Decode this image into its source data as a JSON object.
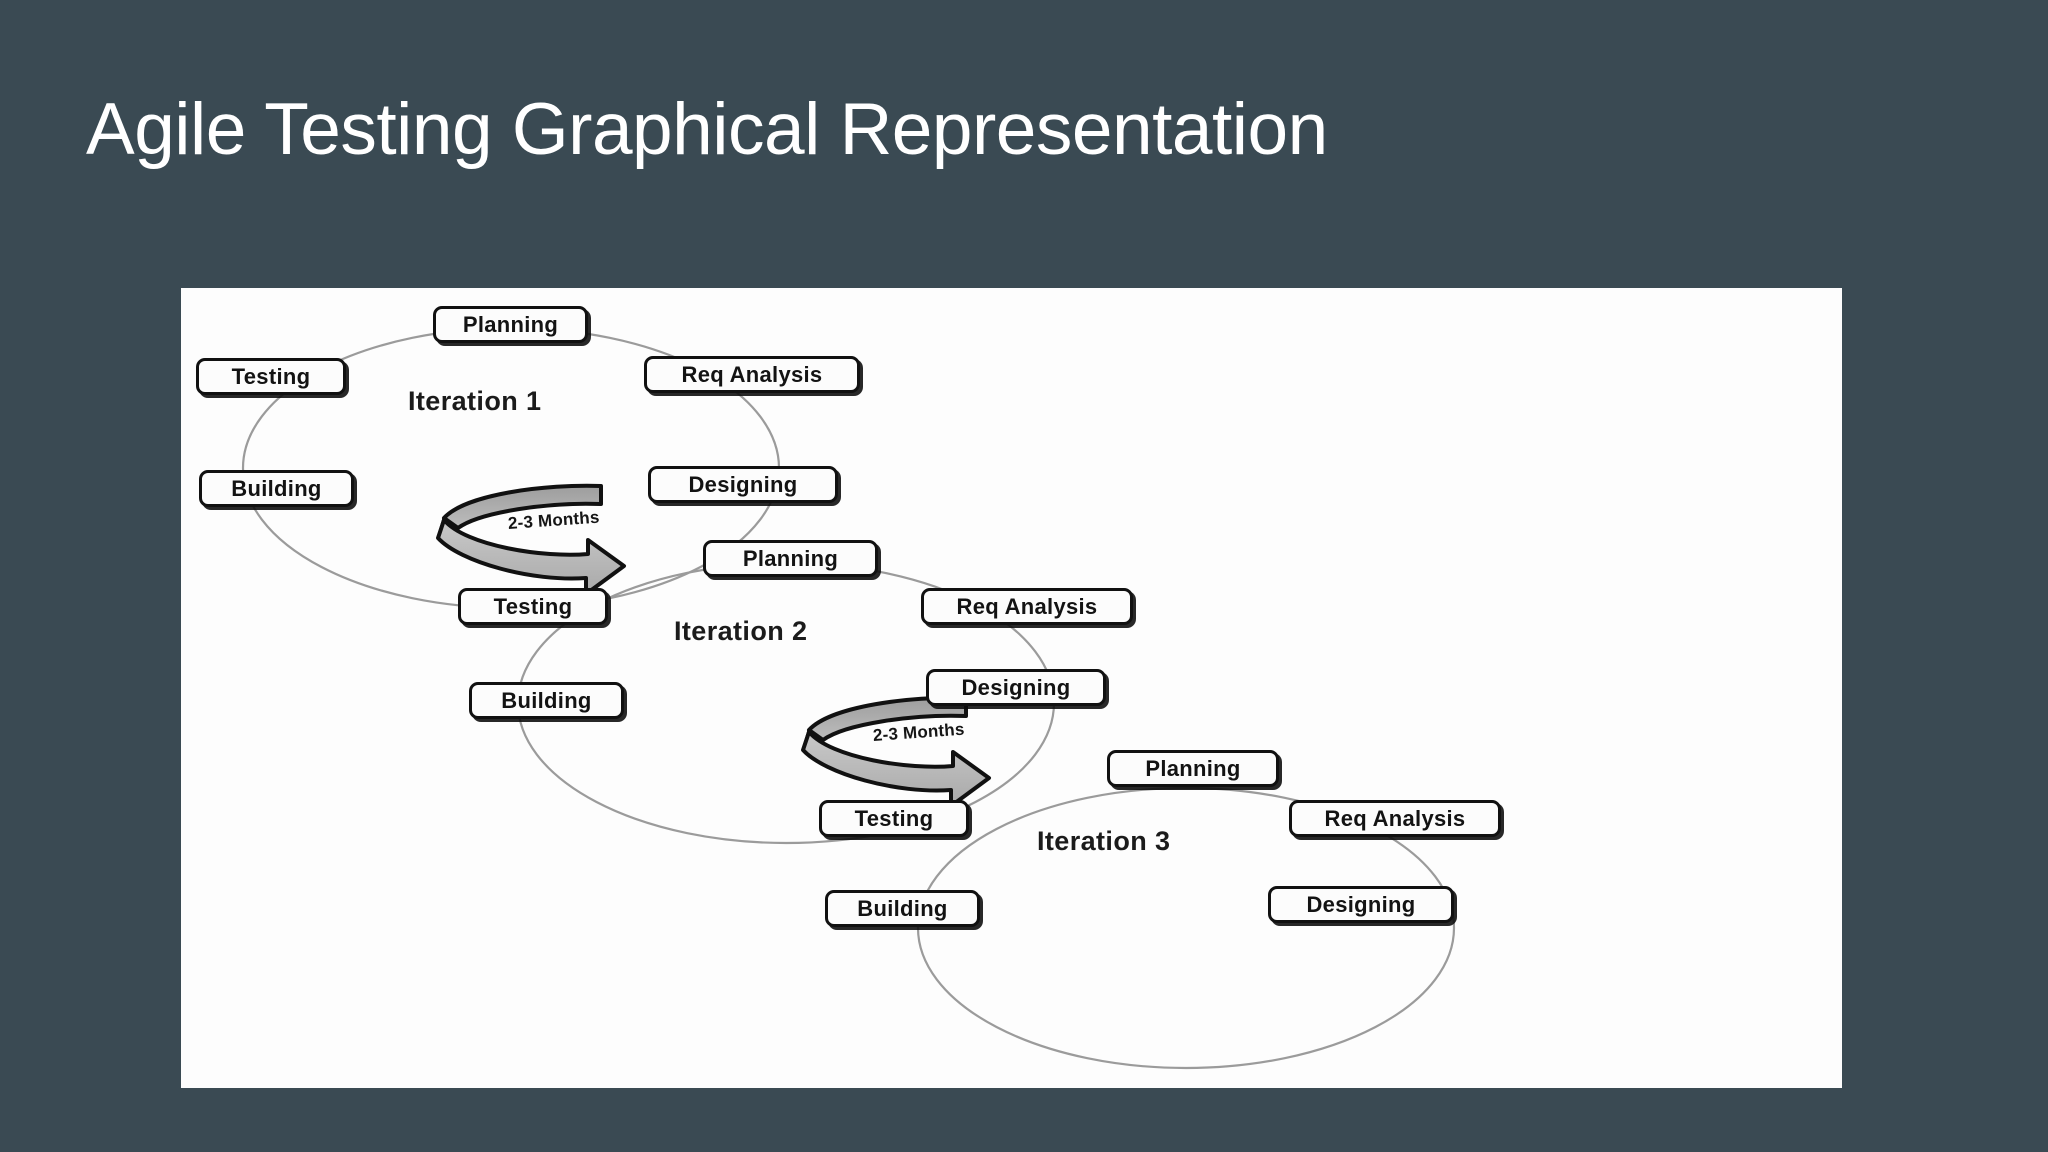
{
  "slide": {
    "title": "Agile Testing Graphical Representation",
    "background_color": "#3a4a53",
    "title_color": "#ffffff",
    "panel_color": "#fdfdfd"
  },
  "diagram": {
    "type": "agile-iteration-cycle-diagram",
    "stroke_color": "#111111",
    "arrow_fill_color": "#a8a8a8",
    "iterations": [
      {
        "center_label": "Iteration 1",
        "nodes": [
          {
            "label": "Planning",
            "role": "planning"
          },
          {
            "label": "Req Analysis",
            "role": "requirement-analysis"
          },
          {
            "label": "Designing",
            "role": "designing"
          },
          {
            "label": "Building",
            "role": "building"
          },
          {
            "label": "Testing",
            "role": "testing"
          }
        ]
      },
      {
        "center_label": "Iteration 2",
        "nodes": [
          {
            "label": "Planning",
            "role": "planning"
          },
          {
            "label": "Req Analysis",
            "role": "requirement-analysis"
          },
          {
            "label": "Designing",
            "role": "designing"
          },
          {
            "label": "Building",
            "role": "building"
          },
          {
            "label": "Testing",
            "role": "testing"
          }
        ]
      },
      {
        "center_label": "Iteration 3",
        "nodes": [
          {
            "label": "Planning",
            "role": "planning"
          },
          {
            "label": "Req Analysis",
            "role": "requirement-analysis"
          },
          {
            "label": "Designing",
            "role": "designing"
          },
          {
            "label": "Building",
            "role": "building"
          },
          {
            "label": "Testing",
            "role": "testing"
          }
        ]
      }
    ],
    "transitions": [
      {
        "label": "2-3 Months",
        "from": "Iteration 1",
        "to": "Iteration 2"
      },
      {
        "label": "2-3 Months",
        "from": "Iteration 2",
        "to": "Iteration 3"
      }
    ]
  }
}
